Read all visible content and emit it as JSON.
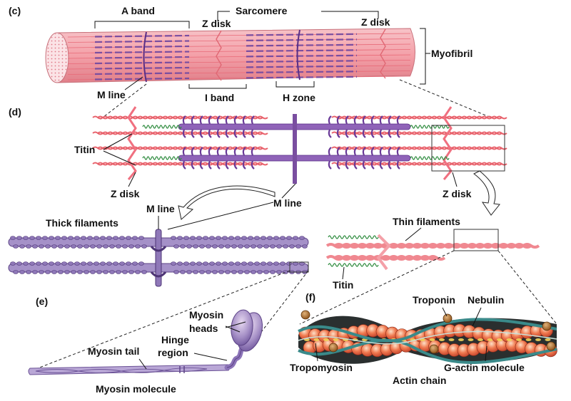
{
  "panels": {
    "c": "(c)",
    "d": "(d)",
    "e": "(e)",
    "f": "(f)"
  },
  "labels": {
    "a_band": "A band",
    "sarcomere": "Sarcomere",
    "z_disk_top_left": "Z disk",
    "z_disk_top_right": "Z disk",
    "myofibril": "Myofibril",
    "m_line_c": "M line",
    "i_band": "I band",
    "h_zone": "H zone",
    "titin_d": "Titin",
    "z_disk_d_left": "Z disk",
    "z_disk_d_right": "Z disk",
    "m_line_d": "M line",
    "m_line_thick": "M line",
    "thick_filaments": "Thick filaments",
    "thin_filaments": "Thin filaments",
    "titin_thin": "Titin",
    "myosin_heads_1": "Myosin",
    "myosin_heads_2": "heads",
    "hinge_region_1": "Hinge",
    "hinge_region_2": "region",
    "myosin_tail": "Myosin tail",
    "myosin_molecule": "Myosin molecule",
    "troponin": "Troponin",
    "nebulin": "Nebulin",
    "tropomyosin": "Tropomyosin",
    "g_actin_molecule": "G-actin molecule",
    "actin_chain": "Actin chain"
  },
  "colors": {
    "myofibril_pink": "#f4a0a8",
    "thin_red": "#e8606a",
    "thick_purple": "#7a4ea0",
    "titin_green": "#2e8b3e",
    "actin_orange": "#ef6a3a",
    "tropomyosin_teal": "#3a8a8a",
    "troponin_brown": "#9a5a1e"
  }
}
